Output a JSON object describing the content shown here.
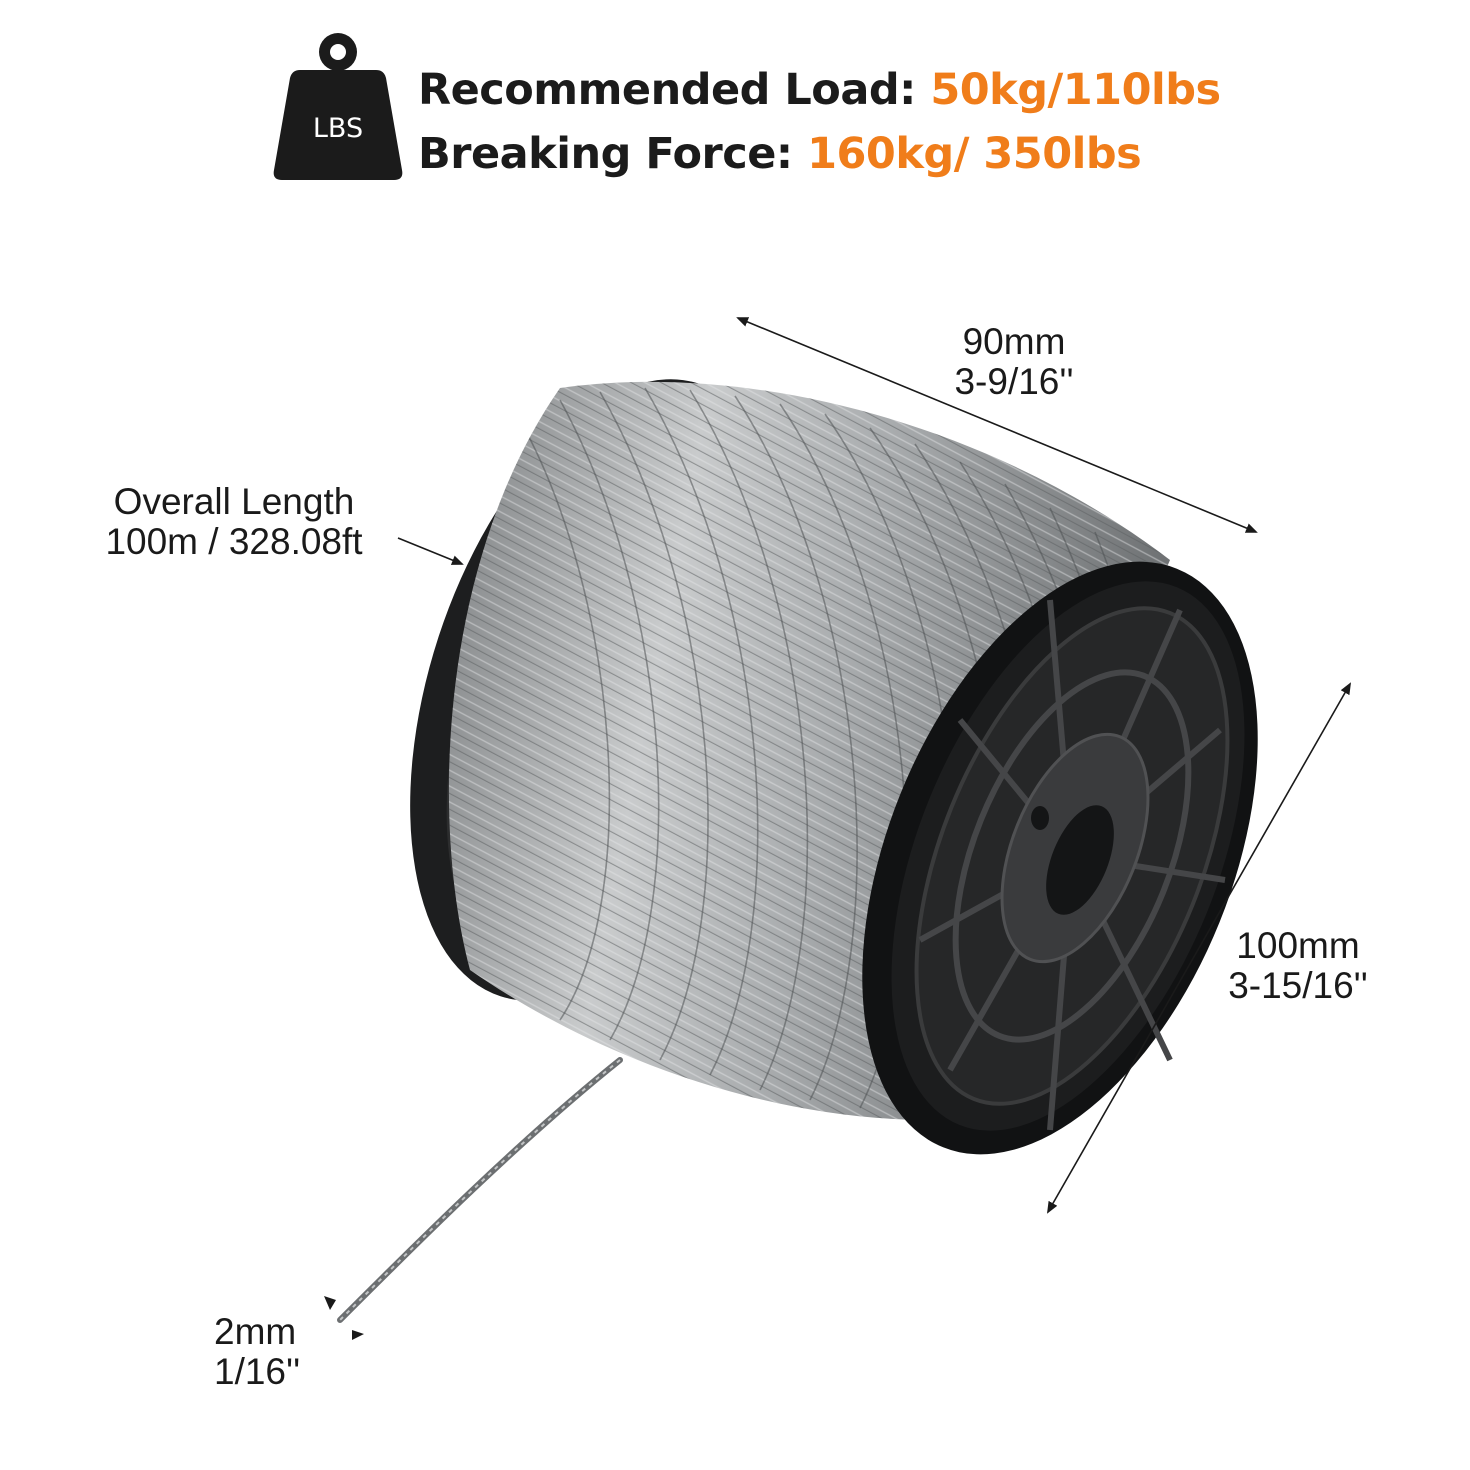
{
  "spec": {
    "load_label": "Recommended Load:",
    "load_value": "50kg/110lbs",
    "break_label": "Breaking Force:",
    "break_value": "160kg/ 350lbs",
    "icon_text": "LBS",
    "accent_color": "#f07d1a",
    "text_color": "#1b1b1b"
  },
  "dimensions": {
    "width": {
      "metric": "90mm",
      "imperial": "3-9/16''"
    },
    "length": {
      "title": "Overall Length",
      "value": "100m / 328.08ft"
    },
    "diameter": {
      "metric": "100mm",
      "imperial": "3-15/16''"
    },
    "wire": {
      "metric": "2mm",
      "imperial": "1/16''"
    }
  },
  "icons": {
    "weight": "weight-icon",
    "spool": "cable-spool-icon"
  }
}
